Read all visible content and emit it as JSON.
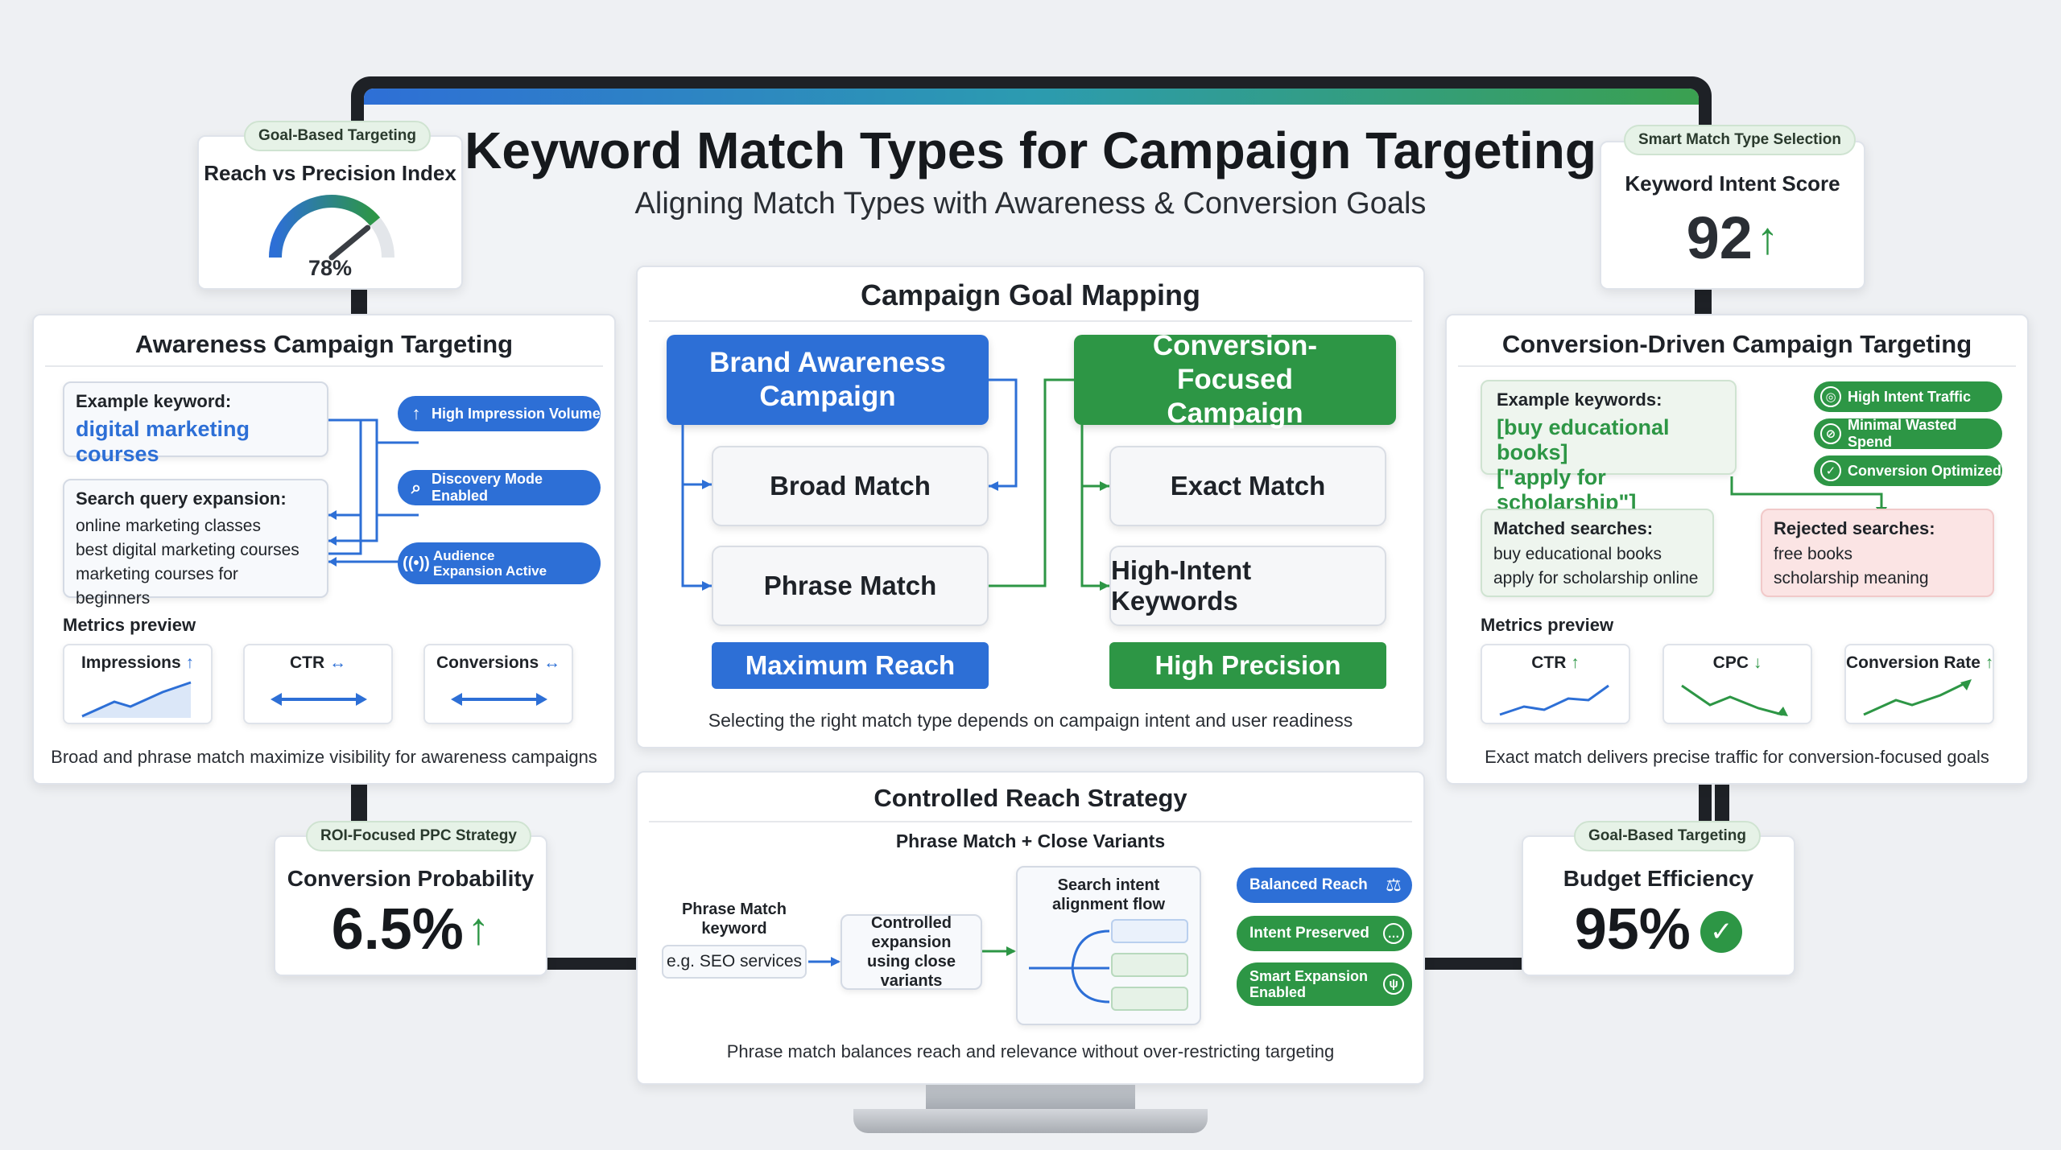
{
  "header": {
    "title": "Keyword Match Types for Campaign Targeting",
    "subtitle": "Aligning Match Types with Awareness & Conversion Goals"
  },
  "reach_widget": {
    "tag": "Goal-Based Targeting",
    "title": "Reach vs Precision Index",
    "value": "78%",
    "gauge_fraction": 0.78
  },
  "intent_widget": {
    "tag": "Smart Match Type Selection",
    "title": "Keyword Intent Score",
    "value": "92"
  },
  "awareness": {
    "title": "Awareness Campaign Targeting",
    "example_label": "Example keyword:",
    "example_keyword": "digital marketing courses",
    "expansion_label": "Search query expansion:",
    "expansion_queries": [
      "online marketing classes",
      "best digital marketing courses",
      "marketing courses for beginners"
    ],
    "pills": [
      "High Impression Volume",
      "Discovery Mode Enabled",
      "Audience Expansion Active"
    ],
    "metrics_label": "Metrics preview",
    "metrics": [
      {
        "name": "Impressions",
        "arrow": "↑"
      },
      {
        "name": "CTR",
        "arrow": "↔"
      },
      {
        "name": "Conversions",
        "arrow": "↔"
      }
    ],
    "footer": "Broad and phrase match maximize visibility for awareness campaigns"
  },
  "goal_mapping": {
    "title": "Campaign Goal Mapping",
    "brand": "Brand Awareness Campaign",
    "conversion": "Conversion-Focused Campaign",
    "broad": "Broad Match",
    "phrase": "Phrase Match",
    "exact": "Exact Match",
    "high_intent": "High-Intent Keywords",
    "max_reach": "Maximum Reach",
    "high_precision": "High Precision",
    "footer": "Selecting the right match type depends on campaign intent and user readiness"
  },
  "conversion": {
    "title": "Conversion-Driven Campaign Targeting",
    "example_label": "Example keywords:",
    "example_keywords": [
      "[buy educational books]",
      "[\"apply for scholarship\"]"
    ],
    "pills": [
      "High Intent Traffic",
      "Minimal Wasted Spend",
      "Conversion Optimized"
    ],
    "matched_label": "Matched searches:",
    "matched": [
      "buy educational books",
      "apply for scholarship online"
    ],
    "rejected_label": "Rejected searches:",
    "rejected": [
      "free books",
      "scholarship meaning"
    ],
    "metrics_label": "Metrics preview",
    "metrics": [
      {
        "name": "CTR",
        "arrow": "↑"
      },
      {
        "name": "CPC",
        "arrow": "↓"
      },
      {
        "name": "Conversion Rate",
        "arrow": "↑"
      }
    ],
    "footer": "Exact match delivers precise traffic for conversion-focused goals"
  },
  "controlled": {
    "title": "Controlled Reach Strategy",
    "subtitle": "Phrase Match + Close Variants",
    "keyword_label": "Phrase Match keyword",
    "keyword_example": "e.g. SEO services",
    "expansion": "Controlled expansion using close variants",
    "flow_title": "Search intent alignment flow",
    "pills": [
      "Balanced Reach",
      "Intent Preserved",
      "Smart Expansion Enabled"
    ],
    "footer": "Phrase match balances reach and relevance without over-restricting targeting"
  },
  "roi_widget": {
    "tag": "ROI-Focused PPC Strategy",
    "title": "Conversion Probability",
    "value": "6.5%"
  },
  "budget_widget": {
    "tag": "Goal-Based Targeting",
    "title": "Budget Efficiency",
    "value": "95%"
  },
  "colors": {
    "blue": "#2d6fd6",
    "green": "#2d9645",
    "dark": "#1e2126",
    "rejected_bg": "#fbe4e4",
    "matched_bg": "#eef5ee"
  }
}
